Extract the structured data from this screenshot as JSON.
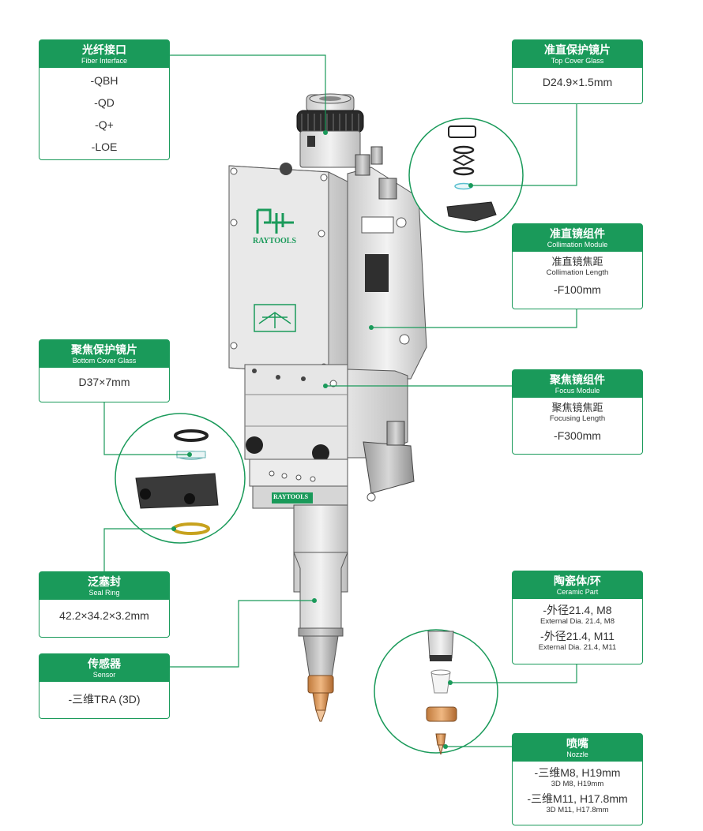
{
  "colors": {
    "accent": "#1a9a5a",
    "text": "#333333"
  },
  "brand": {
    "logo_text": "RAYTOOLS"
  },
  "callouts": {
    "fiber_interface": {
      "title_zh": "光纤接口",
      "title_en": "Fiber Interface",
      "values": [
        "-QBH",
        "-QD",
        "-Q+",
        "-LOE"
      ]
    },
    "top_cover_glass": {
      "title_zh": "准直保护镜片",
      "title_en": "Top Cover Glass",
      "value": "D24.9×1.5mm"
    },
    "collimation_module": {
      "title_zh": "准直镜组件",
      "title_en": "Collimation Module",
      "sub_zh": "准直镜焦距",
      "sub_en": "Collimation Length",
      "value": "-F100mm"
    },
    "bottom_cover_glass": {
      "title_zh": "聚焦保护镜片",
      "title_en": "Bottom Cover Glass",
      "value": "D37×7mm"
    },
    "focus_module": {
      "title_zh": "聚焦镜组件",
      "title_en": "Focus Module",
      "sub_zh": "聚焦镜焦距",
      "sub_en": "Focusing Length",
      "value": "-F300mm"
    },
    "seal_ring": {
      "title_zh": "泛塞封",
      "title_en": "Seal Ring",
      "value": "42.2×34.2×3.2mm"
    },
    "sensor": {
      "title_zh": "传感器",
      "title_en": "Sensor",
      "value": "-三维TRA (3D)"
    },
    "ceramic_part": {
      "title_zh": "陶瓷体/环",
      "title_en": "Ceramic Part",
      "v1": "-外径21.4, M8",
      "v1_en": "External Dia. 21.4, M8",
      "v2": "-外径21.4, M11",
      "v2_en": "External Dia. 21.4, M11"
    },
    "nozzle": {
      "title_zh": "喷嘴",
      "title_en": "Nozzle",
      "v1": "-三维M8, H19mm",
      "v1_en": "3D M8, H19mm",
      "v2": "-三维M11, H17.8mm",
      "v2_en": "3D M11, H17.8mm"
    }
  }
}
